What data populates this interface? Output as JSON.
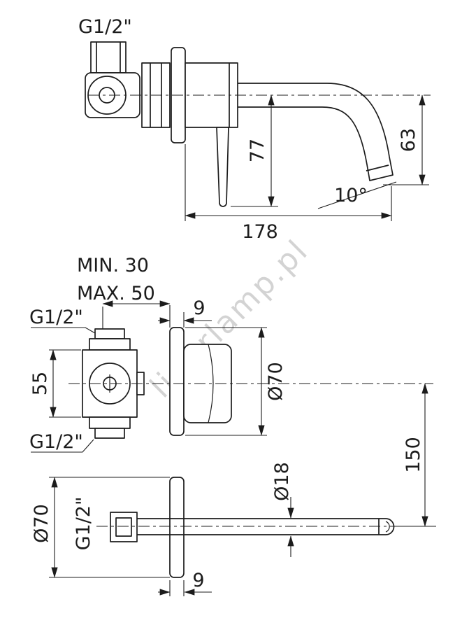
{
  "watermark": "liderlamp.pl",
  "colors": {
    "line": "#1c1c1c",
    "watermark": "#c9c9c9",
    "bg": "#ffffff"
  },
  "top_view": {
    "thread_label": "G1/2\"",
    "dim_handle_drop": "77",
    "dim_spout_drop": "63",
    "angle": "10°",
    "dim_reach": "178"
  },
  "depth_note": {
    "min": "MIN. 30",
    "max": "MAX. 50"
  },
  "front_view": {
    "thread_top_label": "G1/2\"",
    "dim_plate_offset": "9",
    "dim_plate_diameter": "Ø70",
    "dim_body_height": "55",
    "thread_bottom_label": "G1/2\"",
    "dim_spout_spacing": "150"
  },
  "spout_view": {
    "dim_plate_diameter": "Ø70",
    "thread_label": "G1/2\"",
    "dim_tube_diameter": "Ø18",
    "dim_plate_offset": "9"
  }
}
